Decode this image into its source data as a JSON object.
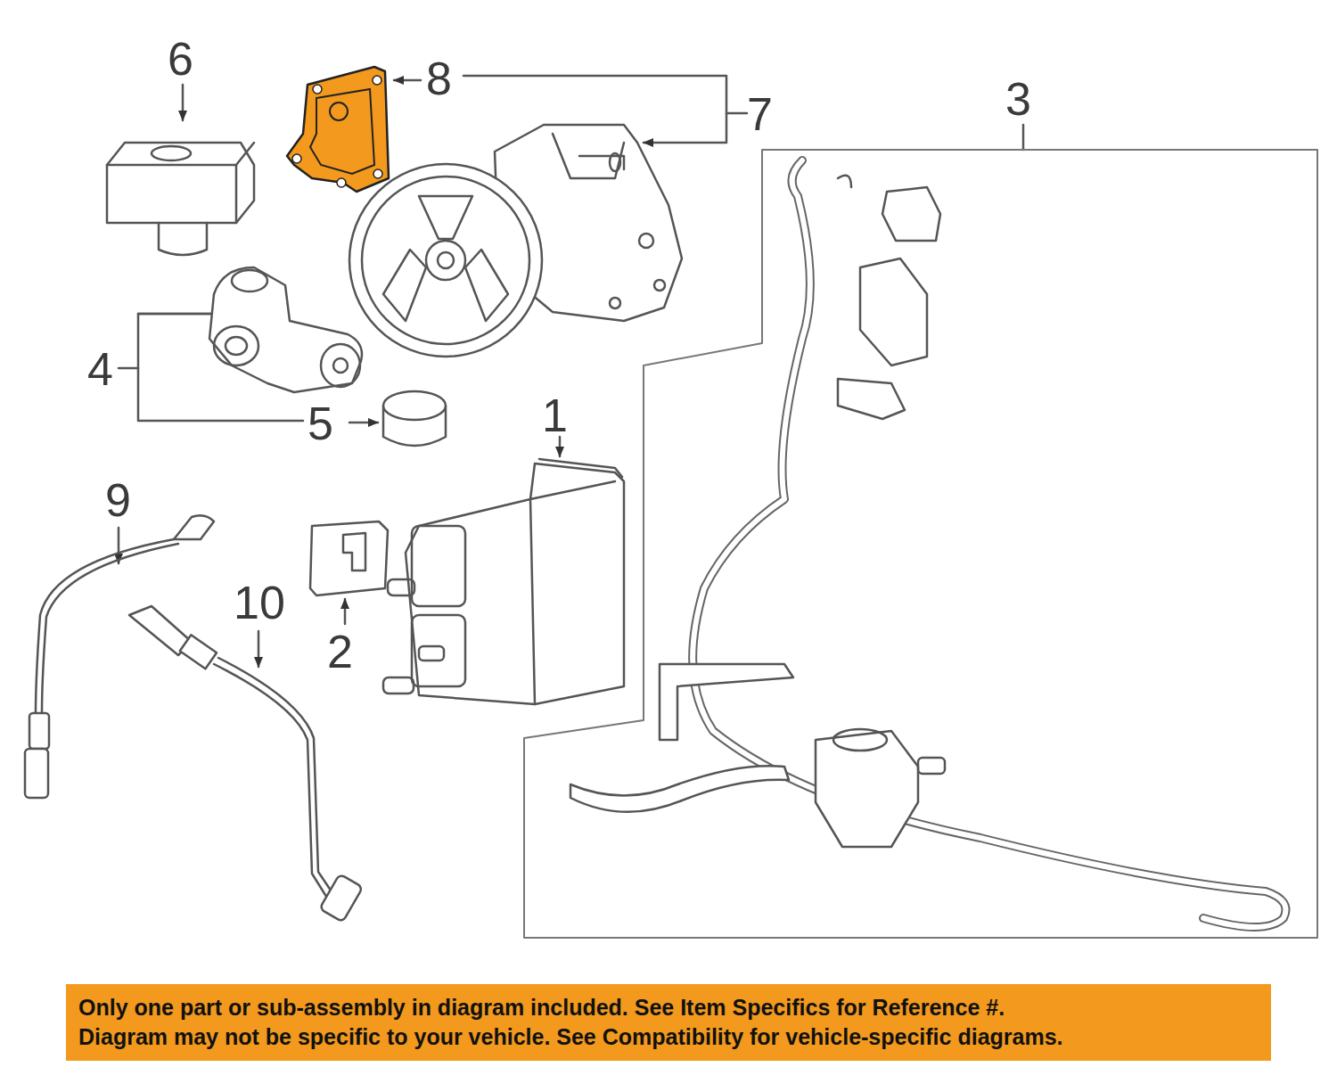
{
  "diagram": {
    "nodes": [
      {
        "text": [
          "Only one part or sub-assembly in diagram included. See Item Specifics for Reference #.",
          "Diagram may not be specific to your vehicle. See Compatibility for vehicle-specific diagrams."
        ]
      }
    ],
    "labels": [
      "6",
      "8",
      "7",
      "3",
      "4",
      "5",
      "1",
      "9",
      "10",
      "2"
    ]
  }
}
